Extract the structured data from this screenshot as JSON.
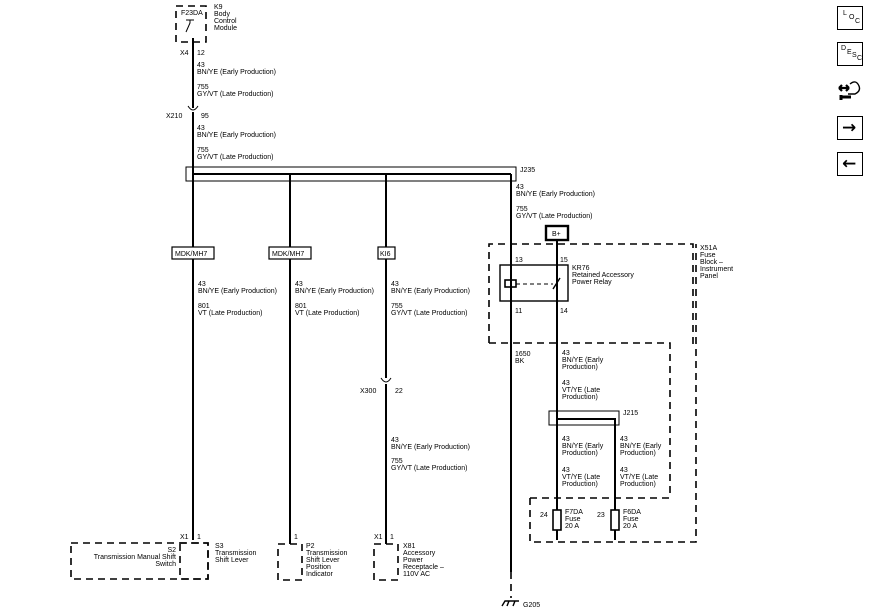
{
  "bcm": {
    "fuse": "F23DA",
    "id": "K9",
    "name_lines": [
      "Body",
      "Control",
      "Module"
    ],
    "conn": "X4",
    "pin": "12"
  },
  "wires": {
    "w1": {
      "num": "43",
      "color": "BN/YE (Early Production)",
      "num2": "755",
      "color2": "GY/VT (Late Production)"
    },
    "w2": {
      "num": "43",
      "color": "BN/YE (Early Production)",
      "num2": "755",
      "color2": "GY/VT (Late Production)"
    },
    "w3": {
      "num": "43",
      "color": "BN/YE (Early Production)",
      "num2": "755",
      "color2": "GY/VT (Late Production)"
    },
    "b1": {
      "num": "43",
      "color": "BN/YE (Early Production)",
      "num2": "801",
      "color2": "VT (Late Production)"
    },
    "b2": {
      "num": "43",
      "color": "BN/YE (Early Production)",
      "num2": "801",
      "color2": "VT (Late Production)"
    },
    "b3": {
      "num": "43",
      "color": "BN/YE (Early Production)",
      "num2": "755",
      "color2": "GY/VT (Late Production)"
    },
    "b3b": {
      "num": "43",
      "color": "BN/YE (Early Production)",
      "num2": "755",
      "color2": "GY/VT (Late Production)"
    },
    "gnd": {
      "num": "1650",
      "color": "BK"
    },
    "r1": {
      "num": "43",
      "color_l1": "BN/YE (Early",
      "color_l2": "Production)",
      "num2": "43",
      "color2_l1": "VT/YE (Late",
      "color2_l2": "Production)"
    },
    "r2": {
      "num": "43",
      "color_l1": "BN/YE (Early",
      "color_l2": "Production)",
      "num2": "43",
      "color2_l1": "VT/YE (Late",
      "color2_l2": "Production)"
    },
    "r3": {
      "num": "43",
      "color_l1": "BN/YE (Early",
      "color_l2": "Production)",
      "num2": "43",
      "color2_l1": "VT/YE (Late",
      "color2_l2": "Production)"
    }
  },
  "connectors": {
    "x210": {
      "conn": "X210",
      "pin": "95"
    },
    "x300": {
      "conn": "X300",
      "pin": "22"
    },
    "j235": "J235",
    "j215": "J215"
  },
  "options": [
    "MDK/MH7",
    "MDK/MH7",
    "KI6"
  ],
  "bplus": "B+",
  "fuse_block": {
    "id": "X51A",
    "name_lines": [
      "Fuse",
      "Block –",
      "Instrument",
      "Panel"
    ]
  },
  "relay": {
    "id": "KR76",
    "name_lines": [
      "Retained Accessory",
      "Power Relay"
    ],
    "pins": [
      "13",
      "15",
      "11",
      "14"
    ]
  },
  "fuses": [
    {
      "pin": "24",
      "id": "F7DA",
      "label": "Fuse",
      "rating": "20 A"
    },
    {
      "pin": "23",
      "id": "F6DA",
      "label": "Fuse",
      "rating": "20 A"
    }
  ],
  "components": {
    "s2": {
      "id": "S2",
      "name_lines": [
        "Transmission Manual Shift",
        "Switch"
      ]
    },
    "s3": {
      "id": "S3",
      "name_lines": [
        "Transmission",
        "Shift Lever"
      ],
      "conn": "X1",
      "pin": "1"
    },
    "p2": {
      "id": "P2",
      "name_lines": [
        "Transmission",
        "Shift Lever",
        "Position",
        "Indicator"
      ],
      "pin": "1"
    },
    "x81": {
      "id": "X81",
      "name_lines": [
        "Accessory",
        "Power",
        "Receptacle –",
        "110V AC"
      ],
      "conn": "X1",
      "pin": "1"
    }
  },
  "ground": "G205",
  "nav": {
    "loc": {
      "a": "L",
      "b": "O",
      "c": "C"
    },
    "desc": {
      "a": "D",
      "b": "E",
      "c": "S",
      "d": "C"
    },
    "arrow_right": "→",
    "arrow_left": "←"
  }
}
